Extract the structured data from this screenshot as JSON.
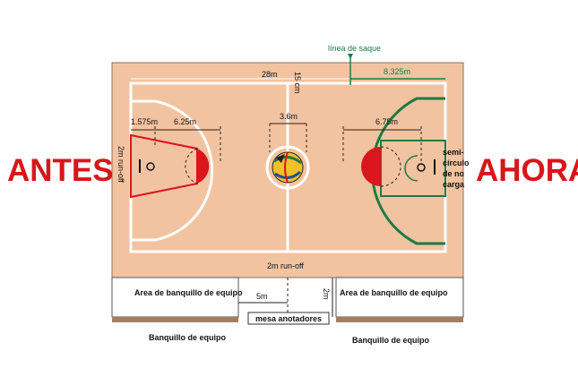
{
  "labels": {
    "antes": "ANTES",
    "ahora": "AHORA",
    "linea_de_saque": "línea de saque",
    "court_length": "28m",
    "line_width": "15 cm",
    "saque_distance": "8.325m",
    "old_offset": "1.575m",
    "old_three_point": "6.25m",
    "circle_diameter": "3.6m",
    "new_three_point": "6.75m",
    "run_off_side": "2m run-off",
    "run_off_bottom": "2m run-off",
    "semicircle_lines": [
      "semi-",
      "círculo",
      "de no",
      "carga"
    ],
    "bench_area_left": "Area de banquillo de equipo",
    "bench_area_right": "Area de banquillo de equipo",
    "bench_left": "Banquillo de equipo",
    "bench_right": "Banquillo de equipo",
    "table_distance": "5m",
    "table_depth": "2m",
    "scorers_table": "mesa anotadores"
  },
  "colors": {
    "court": "#f2c3a0",
    "lines": "#ffffff",
    "old_rule": "#d8161b",
    "new_rule": "#1d7a45",
    "bench": "#a08063",
    "title_red": "#d8161b"
  },
  "icons": [
    "basketball-icon"
  ]
}
